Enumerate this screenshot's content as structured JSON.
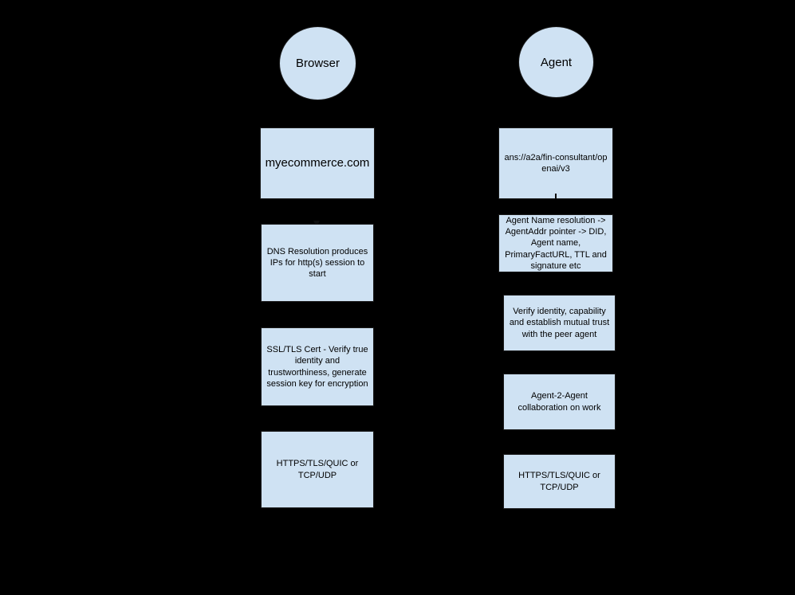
{
  "diagram": {
    "background_color": "#000000",
    "node_fill_color": "#cfe2f3",
    "node_border_color": "#1a1a1a",
    "text_color": "#000000",
    "lanes": [
      {
        "header": "Browser",
        "nodes": [
          "myecommerce.com",
          "DNS Resolution produces IPs for http(s) session to start",
          "SSL/TLS Cert - Verify true identity and trustworthiness, generate session key for encryption",
          "HTTPS/TLS/QUIC or TCP/UDP"
        ]
      },
      {
        "header": "Agent",
        "nodes": [
          "ans://a2a/fin-consultant/openai/v3",
          "Agent Name resolution -> AgentAddr pointer -> DID, Agent name, PrimaryFactURL, TTL and signature etc",
          "Verify identity, capability and establish mutual trust with the peer agent",
          "Agent-2-Agent collaboration on work",
          "HTTPS/TLS/QUIC or TCP/UDP"
        ]
      }
    ]
  }
}
